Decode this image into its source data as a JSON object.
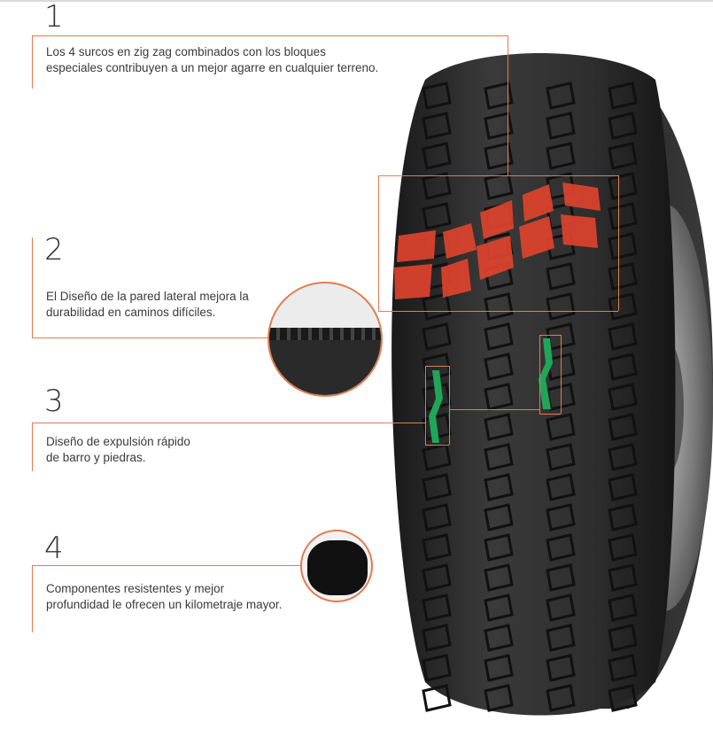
{
  "features": [
    {
      "number": "1",
      "text_lines": [
        "Los 4 surcos en zig zag combinados con los bloques",
        "especiales contribuyen a un mejor agarre en cualquier terreno."
      ]
    },
    {
      "number": "2",
      "text_lines": [
        "El Diseño de la pared lateral mejora la",
        "durabilidad en caminos difíciles."
      ]
    },
    {
      "number": "3",
      "text_lines": [
        "Diseño de expulsión rápido",
        "de barro y piedras."
      ]
    },
    {
      "number": "4",
      "text_lines": [
        "Componentes resistentes y mejor",
        "profundidad le ofrecen un kilometraje mayor."
      ]
    }
  ],
  "colors": {
    "accent_line": "#e07d52",
    "tread_highlight": "#e2442d",
    "groove_highlight": "#1fa65a",
    "tire": "#2b2b2b"
  }
}
